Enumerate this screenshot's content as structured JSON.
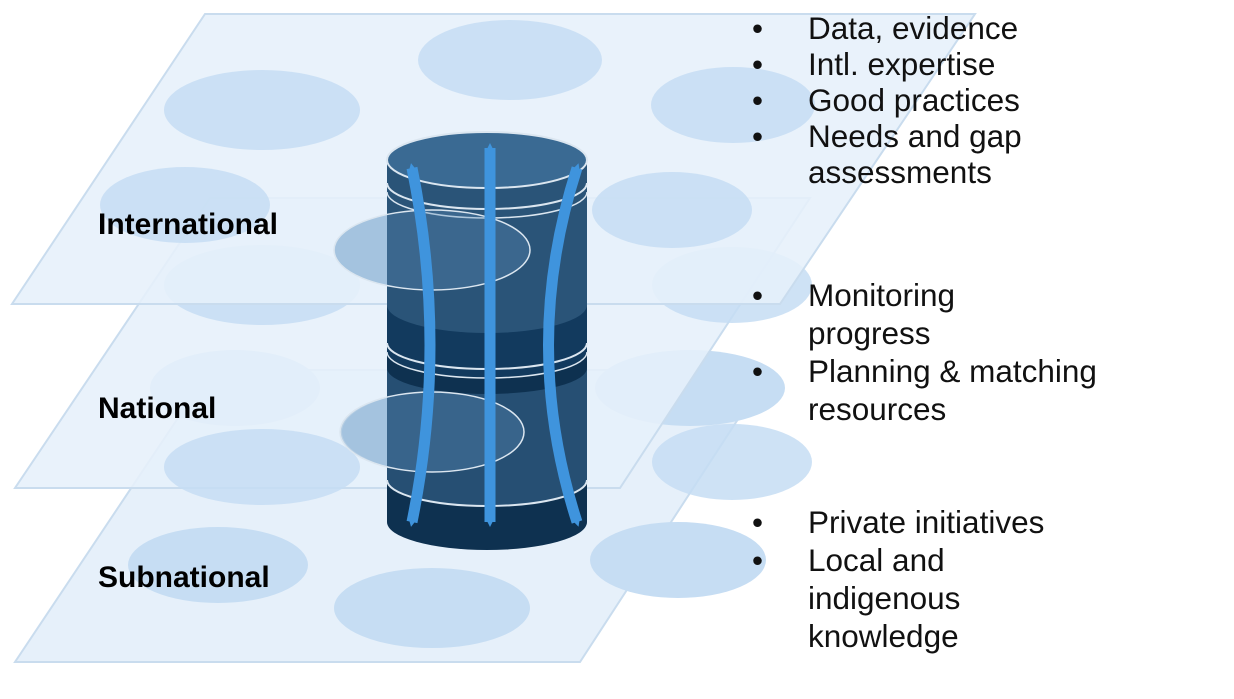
{
  "levels": {
    "international": "International",
    "national": "National",
    "subnational": "Subnational"
  },
  "bullets_top": [
    "Data, evidence",
    "Intl. expertise",
    "Good practices",
    "Needs and gap assessments"
  ],
  "bullets_middle": [
    "Monitoring progress",
    "Planning &  matching resources"
  ],
  "bullets_bottom": [
    "Private initiatives",
    "Local and indigenous knowledge"
  ],
  "colors": {
    "plane_fill": "#e6f0fa",
    "plane_stroke": "#c9dcee",
    "ellipse_fill": "#c6ddf3",
    "cylinder_dark": "#0e3150",
    "cylinder_mid": "#2a5478",
    "cylinder_top": "#3a6a93",
    "arrow": "#3f94dd"
  }
}
